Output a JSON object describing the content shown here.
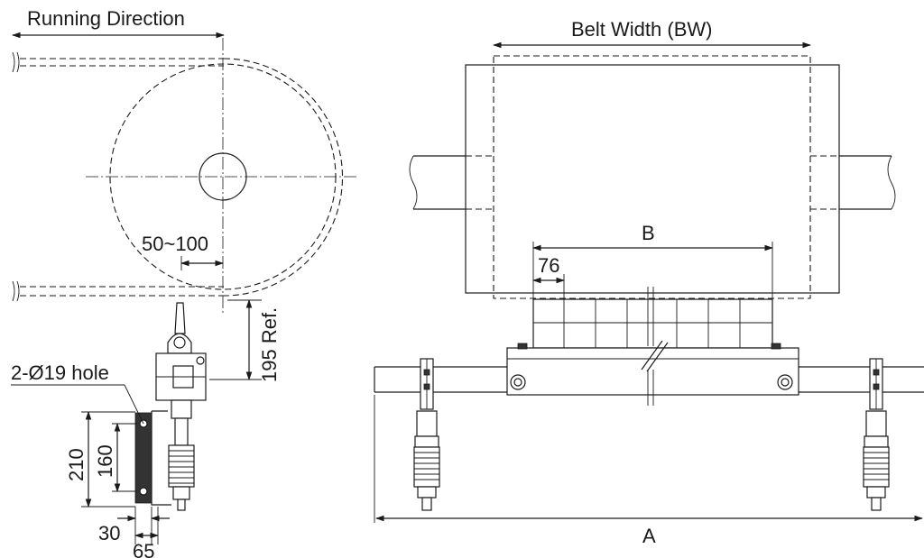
{
  "labels": {
    "running_direction": "Running Direction",
    "belt_width": "Belt Width (BW)",
    "dim_50_100": "50~100",
    "dim_195_ref": "195 Ref.",
    "hole": "2-Ø19 hole",
    "dim_210": "210",
    "dim_160": "160",
    "dim_30": "30",
    "dim_65": "65",
    "dim_b": "B",
    "dim_76": "76",
    "dim_a": "A"
  }
}
